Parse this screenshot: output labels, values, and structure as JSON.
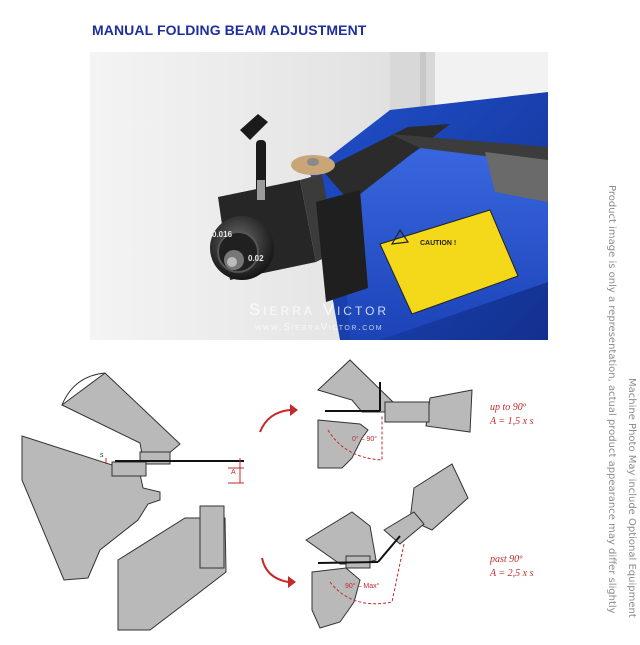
{
  "header": {
    "title": "MANUAL FOLDING BEAM ADJUSTMENT"
  },
  "photo": {
    "watermark_name": "Sierra Victor",
    "watermark_url": "www.SierraVictor.com",
    "caution_label": "CAUTION !",
    "dial_markings": [
      "0.016",
      "0.02"
    ]
  },
  "side_notes": {
    "line1": "Product image is only a representation, actual product appearance may differ slightly",
    "line2": "Machine Photo May include Optional Equipment"
  },
  "diagram": {
    "label_s": "s",
    "label_A": "A",
    "upper": {
      "title": "up to 90º",
      "formula": "A = 1,5 x s",
      "angle": "0° – 90°"
    },
    "lower": {
      "title": "past 90º",
      "formula": "A = 2,5 x s",
      "angle": "90° – Max°"
    }
  },
  "colors": {
    "title": "#1d2f9c",
    "machine_blue": "#1f49c6",
    "label_red": "#c42a2a",
    "part_gray": "#b9b9b9"
  }
}
